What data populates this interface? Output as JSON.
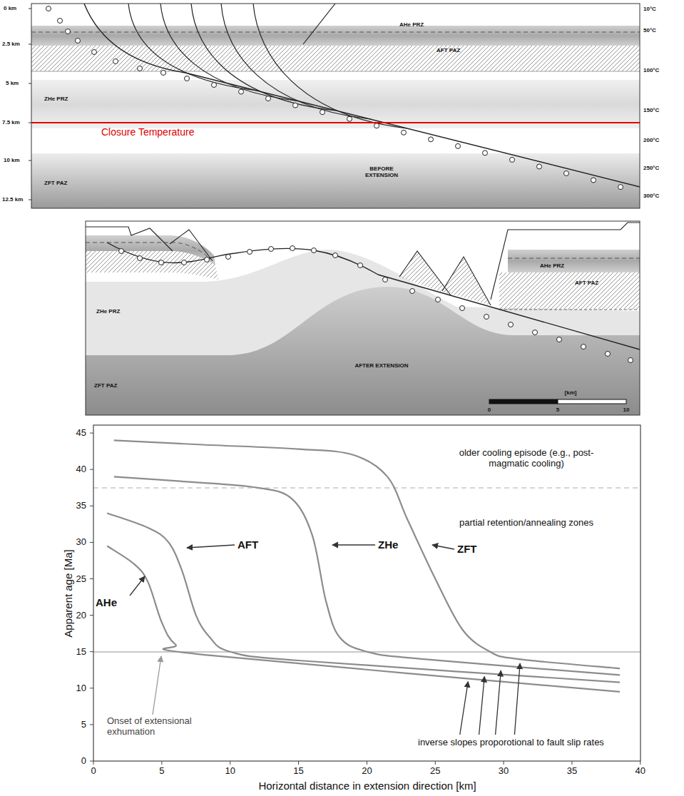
{
  "diagram": {
    "labels": [
      "0 km",
      "2.5 km",
      "5 km",
      "7.5 km",
      "10 km",
      "12.5 km",
      "10°C",
      "50°C",
      "100°C",
      "150°C",
      "200°C",
      "250°C",
      "300°C",
      "AHe PRZ",
      "AFT PAZ",
      "ZHe PRZ",
      "Closure Temperature",
      "ZFT PAZ",
      "BEFORE EXTENSION",
      "ZHe PRZ",
      "ZFT PAZ",
      "AHe PRZ",
      "AFT PAZ",
      "AFTER EXTENSION",
      "[km]",
      "0",
      "5",
      "10",
      "0",
      "5",
      "10",
      "15",
      "20",
      "25",
      "30",
      "35",
      "40",
      "45",
      "0",
      "5",
      "10",
      "15",
      "20",
      "25",
      "30",
      "35",
      "40",
      "Apparent age [Ma]",
      "Horizontal distance in extension direction [km]",
      "ZFT",
      "ZHe",
      "AFT",
      "AHe",
      "older cooling episode (e.g., post-magmatic cooling)",
      "partial retention/annealing zones",
      "Onset of extensional exhumation",
      "inverse slopes proporotional to fault slip rates"
    ]
  }
}
